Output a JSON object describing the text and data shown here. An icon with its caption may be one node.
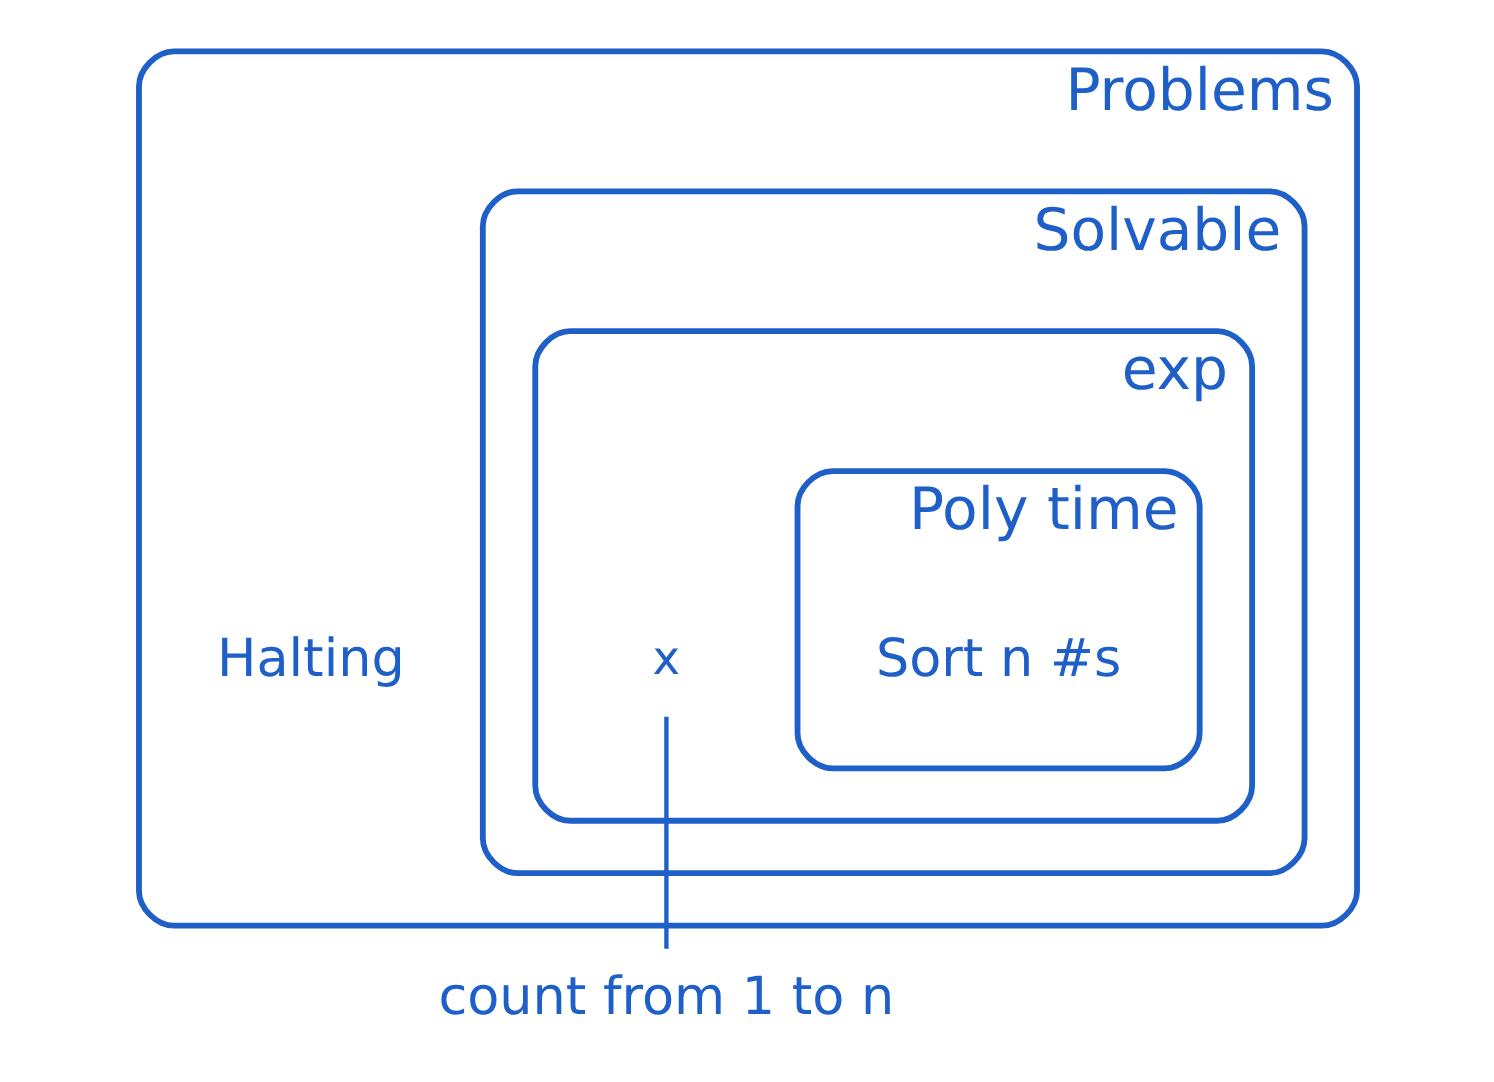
{
  "diagram": {
    "nodes": [
      {
        "text": [
          "Problems"
        ]
      },
      {
        "text": [
          "Solvable"
        ],
        "in": 0
      },
      {
        "text": [
          "exp"
        ],
        "in": 1
      },
      {
        "text": [
          "Poly time"
        ],
        "in": 2
      },
      {
        "text": [
          "Sort n #s"
        ],
        "in": 3
      },
      {
        "text": [
          "Halting"
        ],
        "in": 0
      },
      {
        "text": [
          "x"
        ],
        "in": 2
      },
      {
        "text": [
          "count from 1 to n"
        ]
      }
    ],
    "edges": [
      {
        "from": 6,
        "to": 7,
        "arrow": "none"
      }
    ]
  }
}
